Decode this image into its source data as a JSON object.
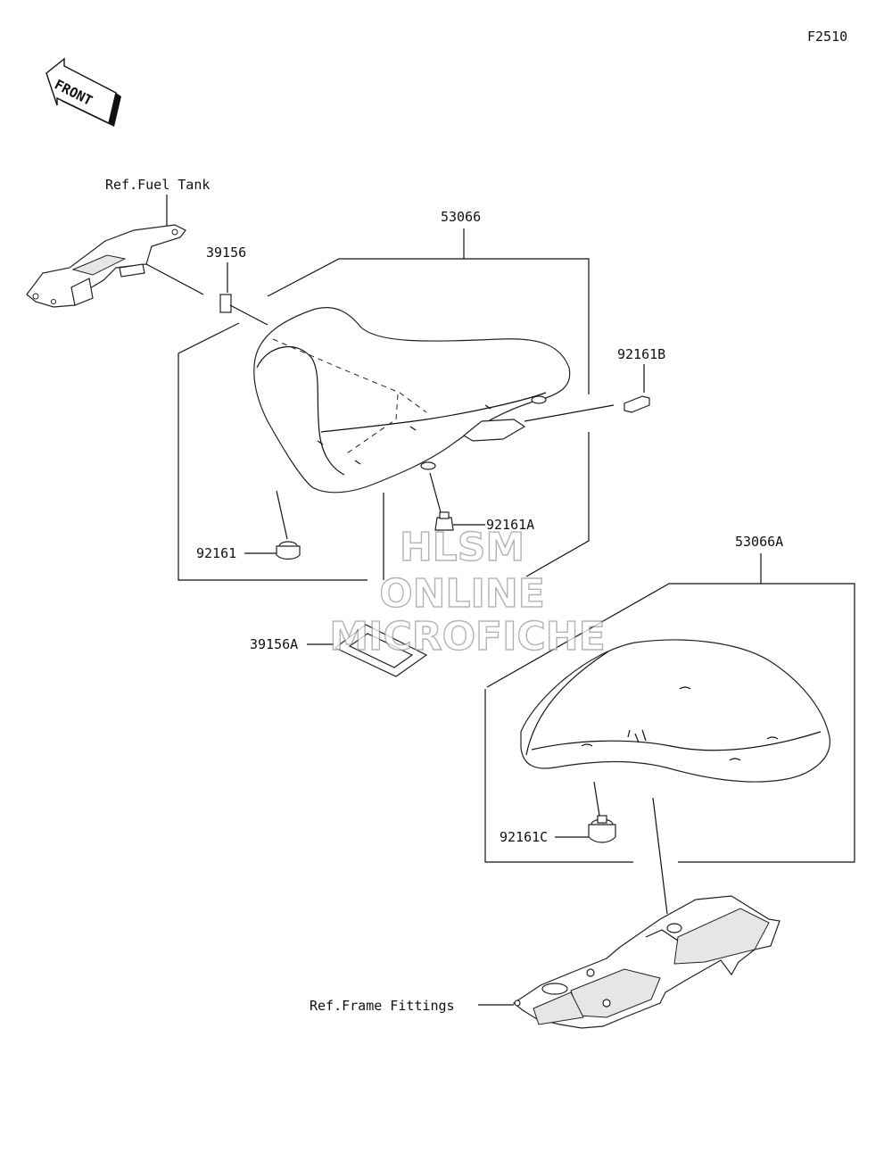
{
  "diagram_id": "F2510",
  "front_label": "FRONT",
  "labels": {
    "ref_fuel_tank": "Ref.Fuel Tank",
    "p_53066": "53066",
    "p_39156": "39156",
    "p_92161B": "92161B",
    "p_92161A": "92161A",
    "p_92161": "92161",
    "p_39156A": "39156A",
    "p_53066A": "53066A",
    "p_92161C": "92161C",
    "ref_frame_fittings": "Ref.Frame Fittings"
  },
  "watermark": {
    "line1": "HLSM",
    "line2": "ONLINE",
    "line3": "MICROFICHE"
  }
}
